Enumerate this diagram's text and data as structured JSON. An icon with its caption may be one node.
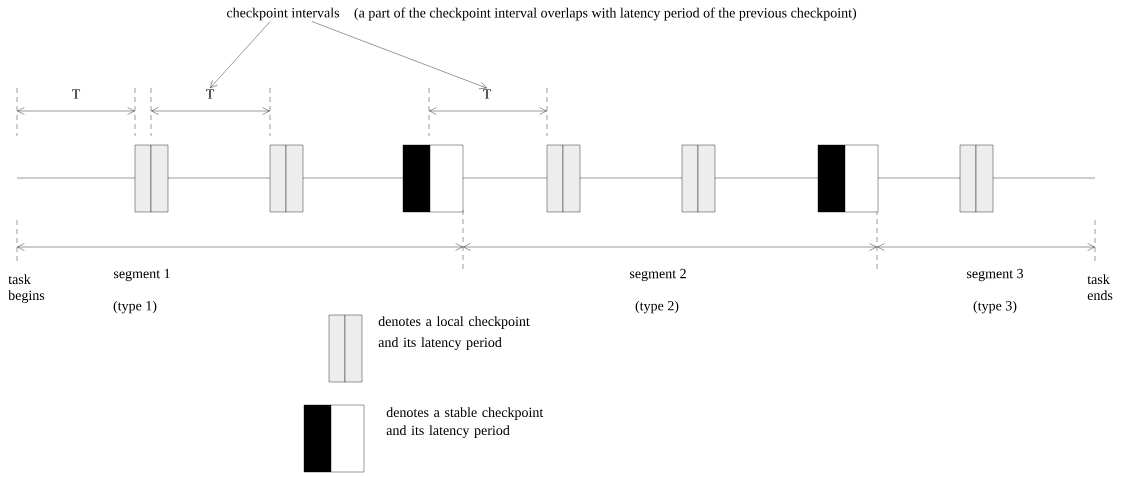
{
  "diagram": {
    "nodes": [
      {
        "text": [
          "checkpoint intervals"
        ],
        "beside": [
          "(a part of the checkpoint interval overlaps with latency period of the previous checkpoint)"
        ]
      },
      {
        "text": [
          "T"
        ]
      },
      {
        "text": [
          "T"
        ]
      },
      {
        "text": [
          "T"
        ]
      }
    ],
    "edges": [
      {
        "from": 0,
        "to": 2,
        "arrow": "to"
      },
      {
        "from": 0,
        "to": 3,
        "arrow": "to"
      }
    ],
    "labels": [
      "task begins",
      "segment 1",
      "(type 1)",
      "segment 2",
      "(type 2)",
      "segment 3",
      "(type 3)",
      "task ends"
    ],
    "legend": [
      {
        "text": "denotes a local checkpoint and its latency period"
      },
      {
        "text": "denotes a stable checkpoint and its latency period"
      }
    ]
  }
}
